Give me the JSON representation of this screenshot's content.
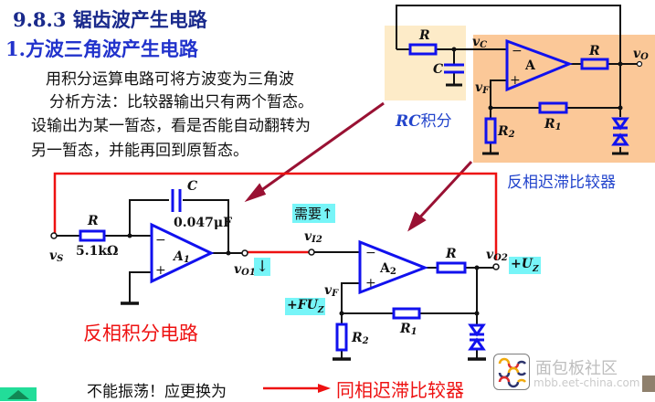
{
  "heading": {
    "section": "9.8.3  锯齿波产生电路",
    "subsection": "1.方波三角波产生电路"
  },
  "body_text": [
    "用积分运算电路可将方波变为三角波",
    "分析方法：比较器输出只有两个暂态。",
    "设输出为某一暂态，看是否能自动翻转为",
    "另一暂态，并能再回到原暂态。"
  ],
  "top_circuit": {
    "rc_caption_latin": "RC",
    "rc_caption_cn": "积分",
    "comparator_caption": "反相迟滞比较器",
    "labels": {
      "R_input": "R",
      "C": "C",
      "vC": "v",
      "vC_sub": "C",
      "opamp": "A",
      "R_output": "R",
      "vO": "v",
      "vO_sub": "O",
      "vF": "v",
      "vF_sub": "F",
      "R1": "R",
      "R1_sub": "1",
      "R2": "R",
      "R2_sub": "2"
    },
    "colors": {
      "rc_bg": "#fdebc8",
      "comparator_bg": "#fbc898"
    }
  },
  "integrator": {
    "caption": "反相积分电路",
    "labels": {
      "R": "R",
      "R_value": "5.1kΩ",
      "C": "C",
      "C_value": "0.047μF",
      "opamp": "A",
      "opamp_sub": "1",
      "vS": "v",
      "vS_sub": "S",
      "vO1": "v",
      "vO1_sub": "O1",
      "vO1_arrow": "↓",
      "minus": "−",
      "plus": "+"
    }
  },
  "comparator": {
    "need_up": "需要↑",
    "labels": {
      "vI2": "v",
      "vI2_sub": "I2",
      "opamp": "A",
      "opamp_sub": "2",
      "R": "R",
      "vO2": "v",
      "vO2_sub": "O2",
      "plus_uz": "+U",
      "plus_uz_sub": "Z",
      "vF": "v",
      "vF_sub": "F",
      "plus_fuz": "+FU",
      "plus_fuz_sub": "Z",
      "R1": "R",
      "R1_sub": "1",
      "R2": "R",
      "R2_sub": "2",
      "minus": "−",
      "plus": "+"
    }
  },
  "bottom": {
    "note": "不能振荡！应更换为",
    "target": "同相迟滞比较器"
  },
  "watermark": {
    "name": "面包板社区",
    "url": "mbb.eet-china.com"
  },
  "colors": {
    "component_blue": "#1111ee",
    "wire_black": "#111111",
    "feedback_red": "#ee1111",
    "pointer_arrow": "#991133",
    "highlight_cyan": "#77f5f8"
  }
}
